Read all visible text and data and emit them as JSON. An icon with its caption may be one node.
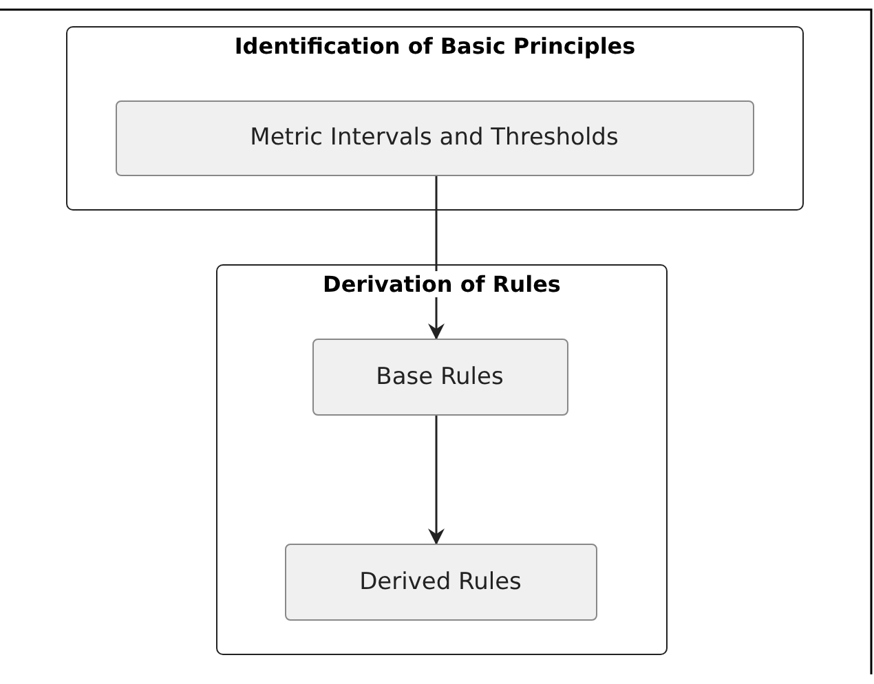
{
  "diagram": {
    "nodes": [
      {
        "text": [
          "Identification of Basic Principles"
        ]
      },
      {
        "text": [
          "Metric Intervals and Thresholds"
        ],
        "in": 0
      },
      {
        "text": [
          "Derivation of Rules"
        ]
      },
      {
        "text": [
          "Base Rules"
        ],
        "in": 2
      },
      {
        "text": [
          "Derived Rules"
        ],
        "in": 2
      }
    ],
    "edges": [
      {
        "from": 1,
        "to": 3,
        "arrow": "to"
      },
      {
        "from": 3,
        "to": 4,
        "arrow": "to"
      }
    ]
  }
}
